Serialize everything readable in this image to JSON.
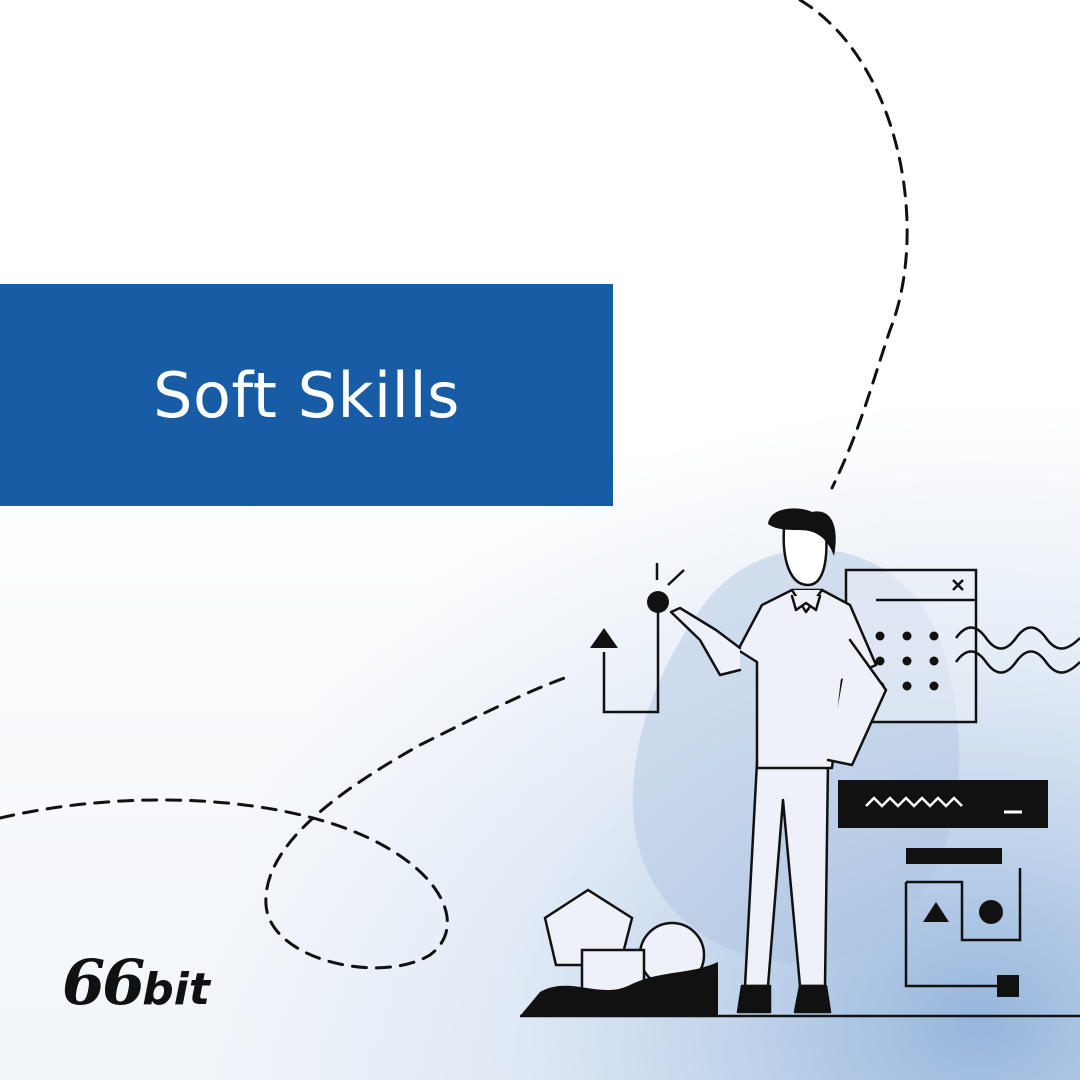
{
  "banner": {
    "title": "Soft Skills"
  },
  "logo": {
    "number": "66",
    "word": "bit"
  },
  "colors": {
    "banner": "#175ca5",
    "ink": "#111111",
    "glow": "#8fb1da"
  },
  "icons": [
    "triangle-icon",
    "circle-icon",
    "square-icon",
    "close-icon",
    "pentagon-icon",
    "sphere-icon",
    "cube-icon"
  ]
}
